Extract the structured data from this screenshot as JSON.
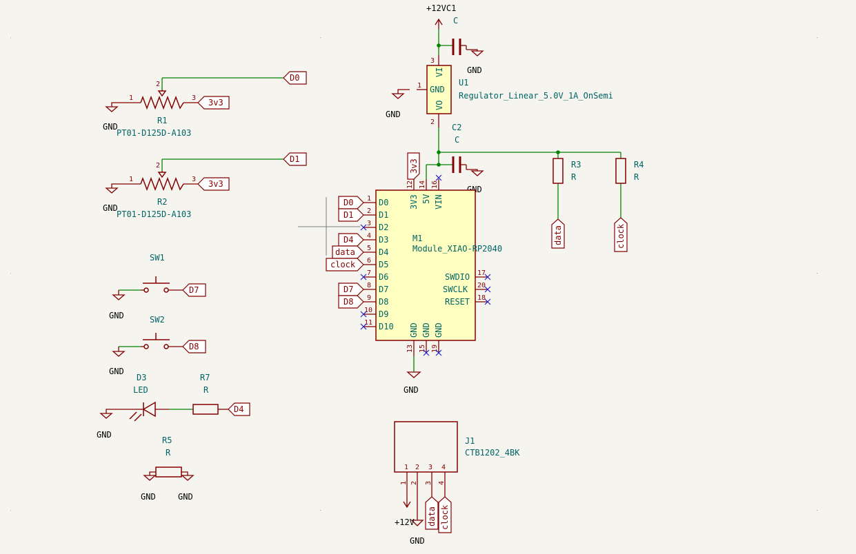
{
  "schematic": {
    "power": {
      "vcc_top": "+12VC1",
      "vcc_conn": "+12V",
      "gnd": "GND",
      "v3v3": "3v3"
    },
    "u1": {
      "ref": "U1",
      "value": "Regulator_Linear_5.0V_1A_OnSemi",
      "pin_vi": "VI",
      "pin_gnd": "GND",
      "pin_vo": "VO",
      "pin1": "1",
      "pin2": "2",
      "pin3": "3"
    },
    "c_top": {
      "ref": "C",
      "value": ""
    },
    "c2": {
      "ref": "C2",
      "value": "C"
    },
    "r1": {
      "ref": "R1",
      "value": "PT01-D125D-A103",
      "label_out": "D0",
      "pin1": "1",
      "pin2": "2",
      "pin3": "3"
    },
    "r2": {
      "ref": "R2",
      "value": "PT01-D125D-A103",
      "label_out": "D1",
      "pin1": "1",
      "pin2": "2",
      "pin3": "3"
    },
    "r3": {
      "ref": "R3",
      "value": "R",
      "label": "data"
    },
    "r4": {
      "ref": "R4",
      "value": "R",
      "label": "clock"
    },
    "r5": {
      "ref": "R5",
      "value": "R"
    },
    "r7": {
      "ref": "R7",
      "value": "R"
    },
    "d3": {
      "ref": "D3",
      "value": "LED",
      "label": "D4"
    },
    "sw1": {
      "ref": "SW1",
      "label": "D7"
    },
    "sw2": {
      "ref": "SW2",
      "label": "D8"
    },
    "m1": {
      "ref": "M1",
      "value": "Module_XIAO-RP2040",
      "left_pins": [
        {
          "num": "1",
          "name": "D0",
          "label": "D0"
        },
        {
          "num": "2",
          "name": "D1",
          "label": "D1"
        },
        {
          "num": "3",
          "name": "D2",
          "label": ""
        },
        {
          "num": "4",
          "name": "D3",
          "label": "D4"
        },
        {
          "num": "5",
          "name": "D4",
          "label": "data"
        },
        {
          "num": "6",
          "name": "D5",
          "label": "clock"
        },
        {
          "num": "7",
          "name": "D6",
          "label": ""
        },
        {
          "num": "8",
          "name": "D7",
          "label": "D7"
        },
        {
          "num": "9",
          "name": "D8",
          "label": "D8"
        },
        {
          "num": "10",
          "name": "D9",
          "label": ""
        },
        {
          "num": "11",
          "name": "D10",
          "label": ""
        }
      ],
      "right_pins": [
        {
          "num": "17",
          "name": "SWDIO"
        },
        {
          "num": "20",
          "name": "SWCLK"
        },
        {
          "num": "18",
          "name": "RESET"
        }
      ],
      "top_pins": [
        {
          "num": "12",
          "name": "3V3"
        },
        {
          "num": "14",
          "name": "5V"
        },
        {
          "num": "16",
          "name": "VIN"
        }
      ],
      "bottom_pins": [
        {
          "num": "13",
          "name": "GND"
        },
        {
          "num": "15",
          "name": "GND"
        },
        {
          "num": "19",
          "name": "GND"
        }
      ]
    },
    "j1": {
      "ref": "J1",
      "value": "CTB1202_4BK",
      "pins": [
        "1",
        "2",
        "3",
        "4"
      ],
      "labels": [
        "data",
        "clock"
      ]
    }
  }
}
